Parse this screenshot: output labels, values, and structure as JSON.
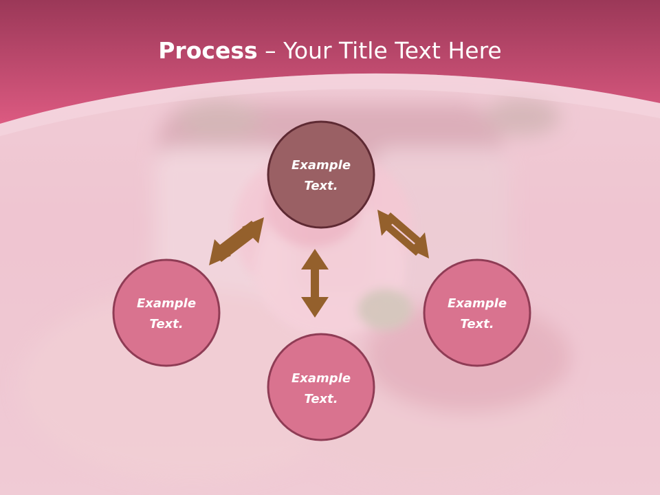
{
  "title": {
    "bold": "Process",
    "rest": " – Your Title Text Here"
  },
  "colors": {
    "header_dark": "#9b3858",
    "header_light": "#d9587f",
    "node_top": "#9a6064",
    "node": "#d9738f",
    "node_border": "#6e2f3d",
    "node_border_light": "#8f3c55",
    "arrow": "#94602c",
    "node_text": "#ffffff"
  },
  "nodes": {
    "top": {
      "line1": "Example",
      "line2": "Text."
    },
    "left": {
      "line1": "Example",
      "line2": "Text."
    },
    "right": {
      "line1": "Example",
      "line2": "Text."
    },
    "bottom": {
      "line1": "Example",
      "line2": "Text."
    }
  },
  "arrows": [
    "top-to-left",
    "top-to-right",
    "center-vertical"
  ]
}
